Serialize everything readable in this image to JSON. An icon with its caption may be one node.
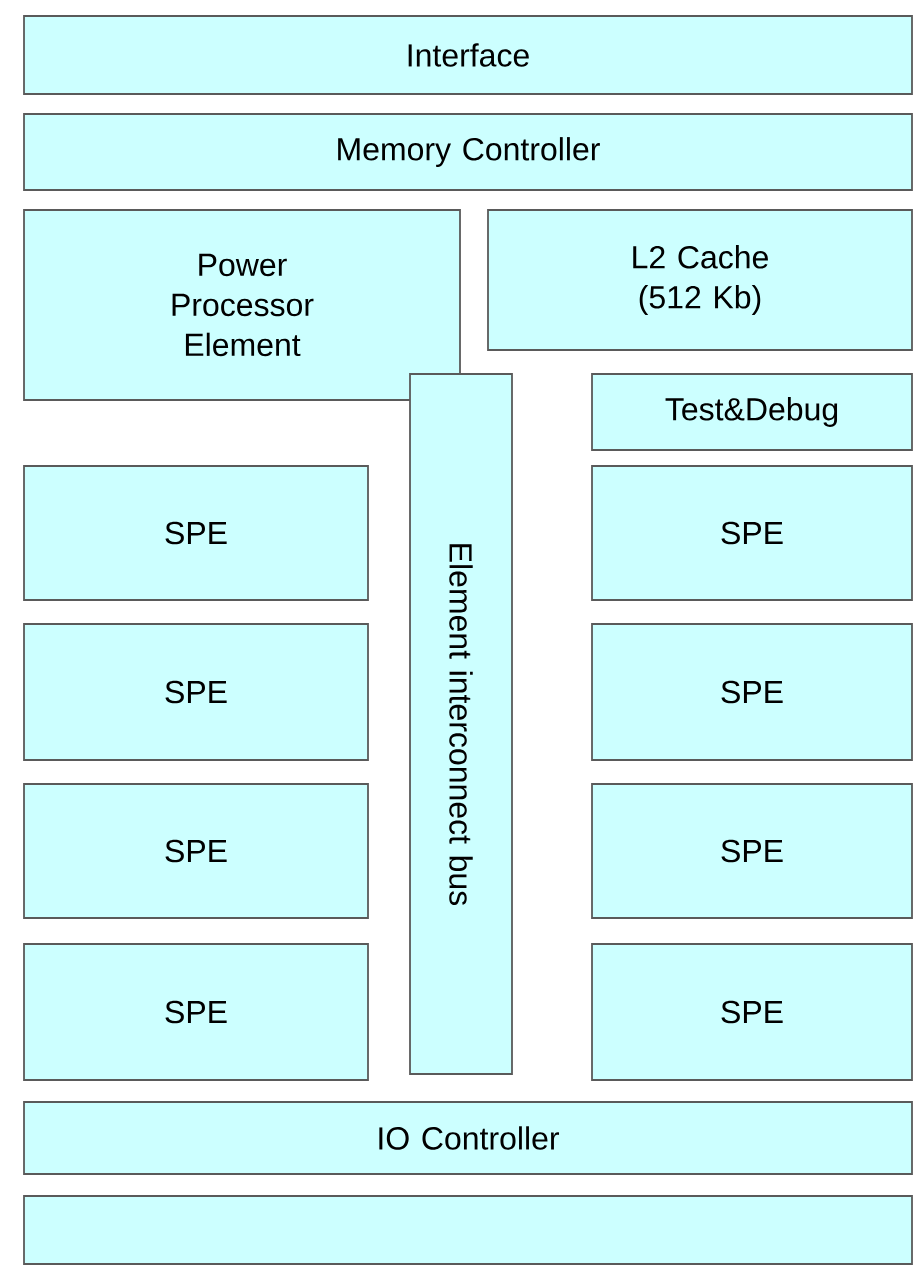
{
  "diagram": {
    "nodes": [
      {
        "text": [
          "Interface"
        ]
      },
      {
        "text": [
          "Memory Controller"
        ]
      },
      {
        "text": [
          "Power Processor Element"
        ]
      },
      {
        "text": [
          "L2 Cache (512 Kb)"
        ]
      },
      {
        "text": [
          "Test&Debug"
        ]
      },
      {
        "text": [
          "Element interconnect bus"
        ]
      },
      {
        "text": [
          "SPE"
        ]
      },
      {
        "text": [
          "SPE"
        ]
      },
      {
        "text": [
          "SPE"
        ]
      },
      {
        "text": [
          "SPE"
        ]
      },
      {
        "text": [
          "SPE"
        ]
      },
      {
        "text": [
          "SPE"
        ]
      },
      {
        "text": [
          "SPE"
        ]
      },
      {
        "text": [
          "SPE"
        ]
      },
      {
        "text": [
          "IO Controller"
        ]
      },
      {
        "text": [],
        "shape": "box"
      }
    ]
  }
}
